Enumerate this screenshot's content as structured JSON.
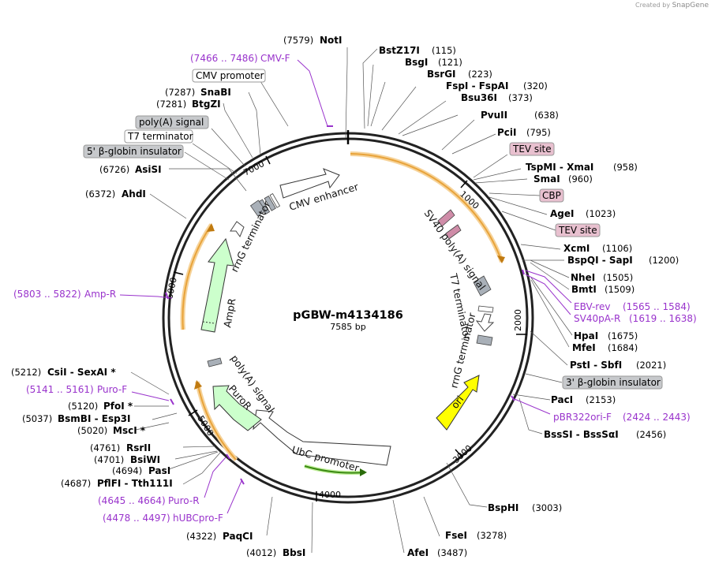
{
  "credit": {
    "prefix": "Created by",
    "brand": "SnapGene"
  },
  "plasmid": {
    "name": "pGBW-m4134186",
    "length_text": "7585 bp",
    "length": 7585
  },
  "ticks": [
    "1000",
    "2000",
    "3000",
    "4000",
    "5000",
    "6000",
    "7000"
  ],
  "enzymes": [
    {
      "pos": "(7579)",
      "name": "NotI"
    },
    {
      "pos": "(7287)",
      "name": "SnaBI"
    },
    {
      "pos": "(7281)",
      "name": "BtgZI"
    },
    {
      "pos": "(6726)",
      "name": "AsiSI"
    },
    {
      "pos": "(6372)",
      "name": "AhdI"
    },
    {
      "pos": "(5212)",
      "name": "CsiI  - SexAI *"
    },
    {
      "pos": "(5120)",
      "name": "PfoI *"
    },
    {
      "pos": "(5037)",
      "name": "BsmBI  - Esp3I"
    },
    {
      "pos": "(5020)",
      "name": "MscI *"
    },
    {
      "pos": "(4761)",
      "name": "RsrII"
    },
    {
      "pos": "(4701)",
      "name": "BsiWI"
    },
    {
      "pos": "(4694)",
      "name": "PasI"
    },
    {
      "pos": "(4687)",
      "name": "PflFI  - Tth111I"
    },
    {
      "pos": "(4322)",
      "name": "PaqCI"
    },
    {
      "pos": "(4012)",
      "name": "BbsI"
    },
    {
      "pos": "(115)",
      "name": "BstZ17I"
    },
    {
      "pos": "(121)",
      "name": "BsgI"
    },
    {
      "pos": "(223)",
      "name": "BsrGI"
    },
    {
      "pos": "(320)",
      "name": "FspI  - FspAI"
    },
    {
      "pos": "(373)",
      "name": "Bsu36I"
    },
    {
      "pos": "(638)",
      "name": "PvuII"
    },
    {
      "pos": "(795)",
      "name": "PciI"
    },
    {
      "pos": "(958)",
      "name": "TspMI  - XmaI"
    },
    {
      "pos": "(960)",
      "name": "SmaI"
    },
    {
      "pos": "(1023)",
      "name": "AgeI"
    },
    {
      "pos": "(1106)",
      "name": "XcmI"
    },
    {
      "pos": "(1200)",
      "name": "BspQI  - SapI"
    },
    {
      "pos": "(1505)",
      "name": "NheI"
    },
    {
      "pos": "(1509)",
      "name": "BmtI"
    },
    {
      "pos": "(1675)",
      "name": "HpaI"
    },
    {
      "pos": "(1684)",
      "name": "MfeI"
    },
    {
      "pos": "(2021)",
      "name": "PstI  - SbfI"
    },
    {
      "pos": "(2153)",
      "name": "PacI"
    },
    {
      "pos": "(2456)",
      "name": "BssSI  - BssSαI"
    },
    {
      "pos": "(3003)",
      "name": "BspHI"
    },
    {
      "pos": "(3278)",
      "name": "FseI"
    },
    {
      "pos": "(3487)",
      "name": "AfeI"
    }
  ],
  "primers": [
    {
      "range": "(7466 .. 7486)",
      "name": "CMV-F"
    },
    {
      "range": "(5803 .. 5822)",
      "name": "Amp-R"
    },
    {
      "range": "(5141 .. 5161)",
      "name": "Puro-F"
    },
    {
      "range": "(4645 .. 4664)",
      "name": "Puro-R"
    },
    {
      "range": "(4478 .. 4497)",
      "name": "hUBCpro-F"
    },
    {
      "range": "(1565 .. 1584)",
      "name": "EBV-rev"
    },
    {
      "range": "(1619 .. 1638)",
      "name": "SV40pA-R"
    },
    {
      "range": "(2424 .. 2443)",
      "name": "pBR322ori-F"
    }
  ],
  "boxed_labels": [
    {
      "text": "CMV promoter"
    },
    {
      "text": "poly(A) signal"
    },
    {
      "text": "T7 terminator"
    },
    {
      "text": "5' β-globin insulator"
    },
    {
      "text": "TEV site"
    },
    {
      "text": "CBP"
    },
    {
      "text": "TEV site"
    },
    {
      "text": "3' β-globin insulator"
    }
  ],
  "features": [
    {
      "name": "CMV enhancer"
    },
    {
      "name": "rrnG terminator"
    },
    {
      "name": "AmpR"
    },
    {
      "name": "SV40 poly(A) signal"
    },
    {
      "name": "T7 terminator"
    },
    {
      "name": "rrnG terminator"
    },
    {
      "name": "ori"
    },
    {
      "name": "UbC promoter"
    },
    {
      "name": "PuroR"
    },
    {
      "name": "poly(A) signal"
    }
  ],
  "colors": {
    "primer": "#9933cc",
    "orf_orange": "#e8a33a",
    "ampr_green": "#ccffcc",
    "ori_yellow": "#ffff00",
    "grey_feature": "#a9b0b8",
    "tev_pink": "#e8c0cf",
    "terminator_grey": "#c7c9cc"
  }
}
